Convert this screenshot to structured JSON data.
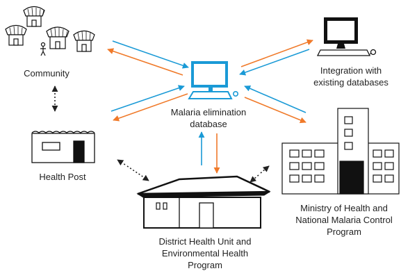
{
  "labels": {
    "community": "Community",
    "integration": "Integration with\nexisting databases",
    "central_db": "Malaria elimination\ndatabase",
    "health_post": "Health Post",
    "district": "District Health Unit and\nEnvironmental Health\nProgram",
    "ministry": "Ministry of Health and\nNational Malaria Control\nProgram"
  },
  "colors": {
    "to_database_arrow": "#1a9ad6",
    "from_database_arrow": "#f07a2a",
    "outline": "#111111",
    "screen": "#1a9ad6",
    "dotted_link": "#222222"
  },
  "icons": {
    "community": "village-huts-icon",
    "integration": "computer-icon",
    "central_db": "laptop-icon",
    "health_post": "health-post-building-icon",
    "district": "district-office-building-icon",
    "ministry": "ministry-building-icon"
  }
}
